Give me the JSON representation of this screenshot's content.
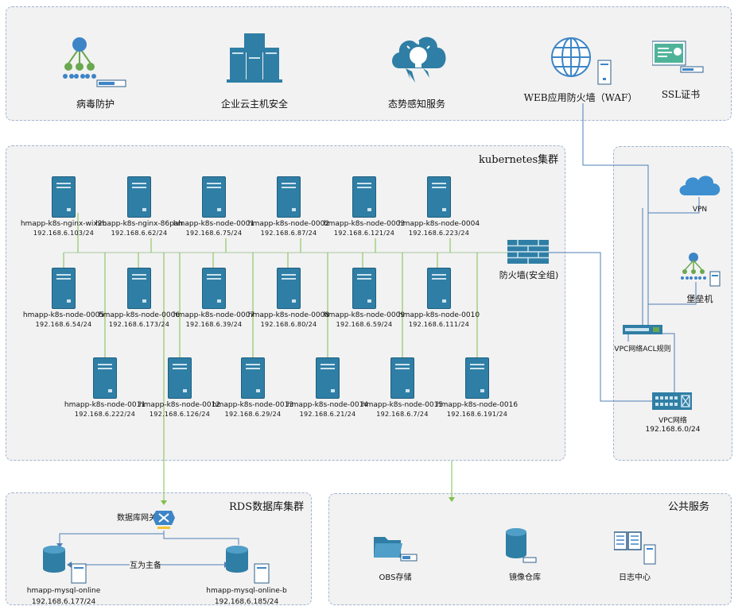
{
  "top_services": {
    "virus": "病毒防护",
    "host": "企业云主机安全",
    "situation": "态势感知服务",
    "waf": "WEB应用防火墙（WAF）",
    "ssl": "SSL证书"
  },
  "k8s": {
    "title": "kubernetes集群",
    "firewall": "防火墙(安全组)",
    "nodes": [
      {
        "name": "hmapp-k8s-nginx-wix2b",
        "ip": "192.168.6.103/24"
      },
      {
        "name": "hmapp-k8s-nginx-86pah",
        "ip": "192.168.6.62/24"
      },
      {
        "name": "hmapp-k8s-node-0001",
        "ip": "192.168.6.75/24"
      },
      {
        "name": "hmapp-k8s-node-0002",
        "ip": "192.168.6.87/24"
      },
      {
        "name": "hmapp-k8s-node-0003",
        "ip": "192.168.6.121/24"
      },
      {
        "name": "hmapp-k8s-node-0004",
        "ip": "192.168.6.223/24"
      },
      {
        "name": "hmapp-k8s-node-0005",
        "ip": "192.168.6.54/24"
      },
      {
        "name": "hmapp-k8s-node-0006",
        "ip": "192.168.6.173/24"
      },
      {
        "name": "hmapp-k8s-node-0007",
        "ip": "192.168.6.39/24"
      },
      {
        "name": "hmapp-k8s-node-0008",
        "ip": "192.168.6.80/24"
      },
      {
        "name": "hmapp-k8s-node-0009",
        "ip": "192.168.6.59/24"
      },
      {
        "name": "hmapp-k8s-node-0010",
        "ip": "192.168.6.111/24"
      },
      {
        "name": "hmapp-k8s-node-0011",
        "ip": "192.168.6.222/24"
      },
      {
        "name": "hmapp-k8s-node-0012",
        "ip": "192.168.6.126/24"
      },
      {
        "name": "hmapp-k8s-node-0013",
        "ip": "192.168.6.29/24"
      },
      {
        "name": "hmapp-k8s-node-0014",
        "ip": "192.168.6.21/24"
      },
      {
        "name": "hmapp-k8s-node-0015",
        "ip": "192.168.6.7/24"
      },
      {
        "name": "hmapp-k8s-node-0016",
        "ip": "192.168.6.191/24"
      }
    ]
  },
  "vpc": {
    "vpn": "VPN",
    "bastion": "堡垒机",
    "acl": "VPC网络ACL规则",
    "network": "VPC网络",
    "cidr": "192.168.6.0/24"
  },
  "rds": {
    "title": "RDS数据库集群",
    "gateway": "数据库网关",
    "mutual": "互为主备",
    "db1": {
      "name": "hmapp-mysql-online",
      "ip": "192.168.6.177/24"
    },
    "db2": {
      "name": "hmapp-mysql-online-b",
      "ip": "192.168.6.185/24"
    }
  },
  "public": {
    "title": "公共服务",
    "obs": "OBS存储",
    "mirror": "镜像仓库",
    "log": "日志中心"
  },
  "colors": {
    "server": "#2f7ea5",
    "green_line": "#7fbf4d",
    "blue_line": "#4f7fb8",
    "panel_border": "#9fb4d0"
  }
}
